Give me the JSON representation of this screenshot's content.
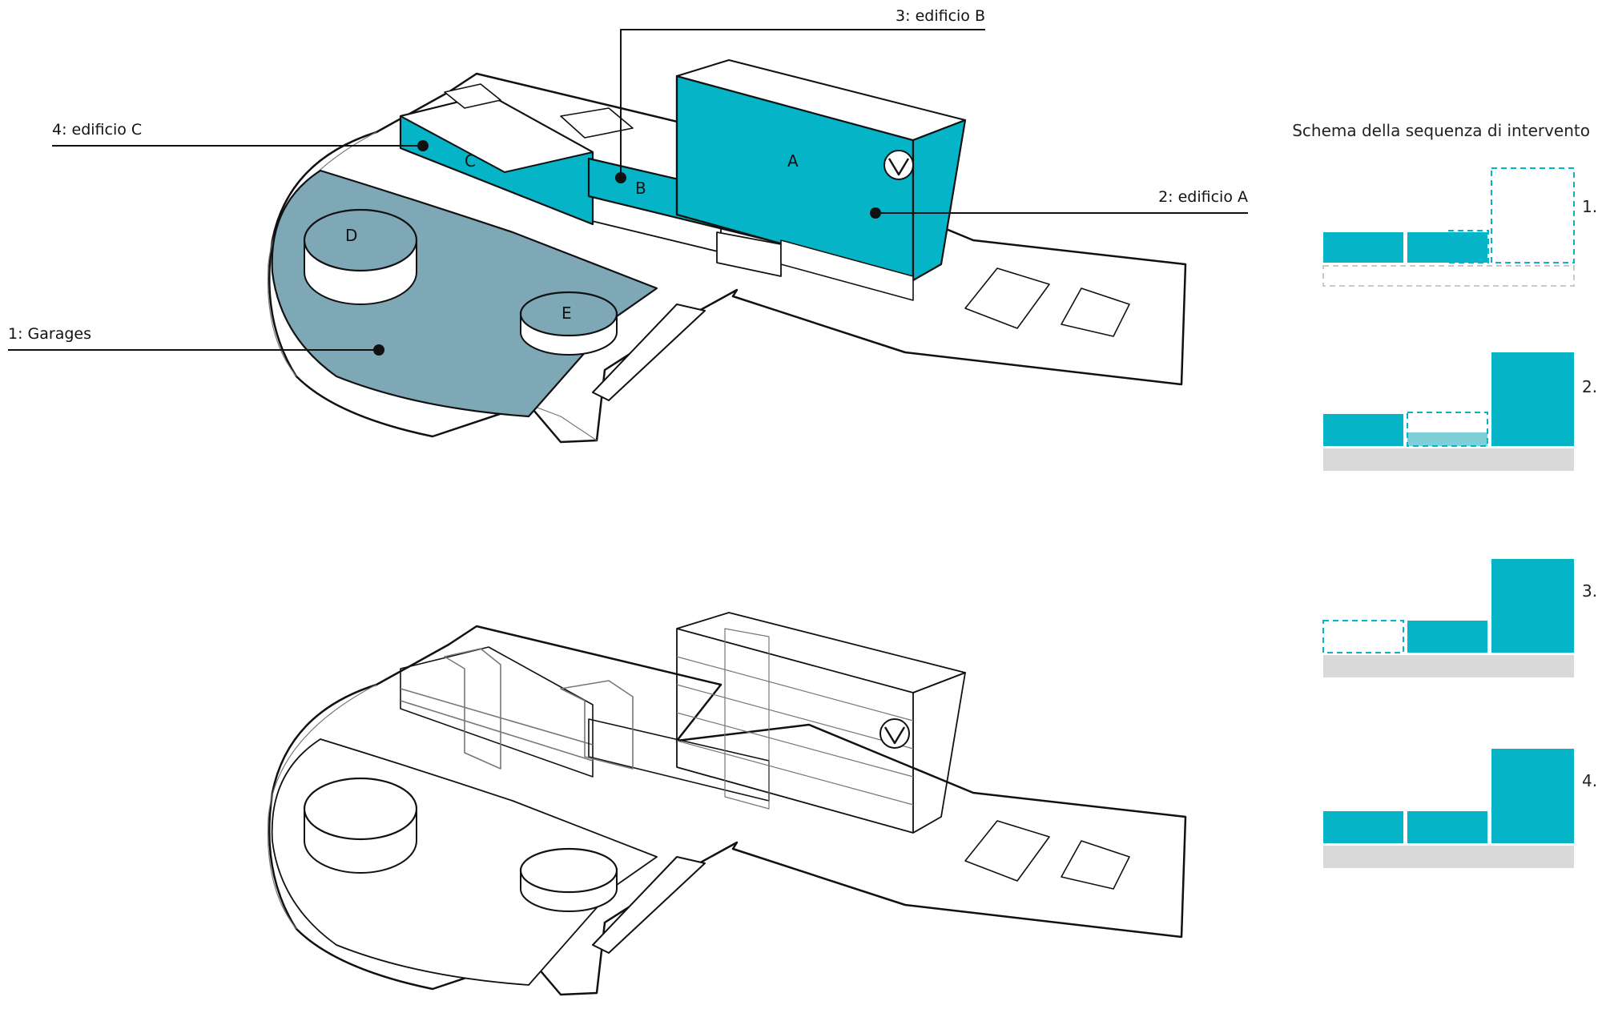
{
  "colors": {
    "teal": "#05b4c6",
    "garage": "#7fa8b7",
    "ground": "#d9d9d9",
    "line": "#111111",
    "thin": "#777777"
  },
  "labels": {
    "edificio_b": "3: edificio B",
    "edificio_c": "4: edificio C",
    "edificio_a": "2: edificio A",
    "garages": "1: Garages"
  },
  "volumes": {
    "a": "A",
    "b": "B",
    "c": "C",
    "d": "D",
    "e": "E"
  },
  "schema": {
    "title": "Schema della sequenza di intervento",
    "steps": [
      "1.",
      "2.",
      "3.",
      "4."
    ]
  },
  "logo_icon": "v-logo-icon"
}
